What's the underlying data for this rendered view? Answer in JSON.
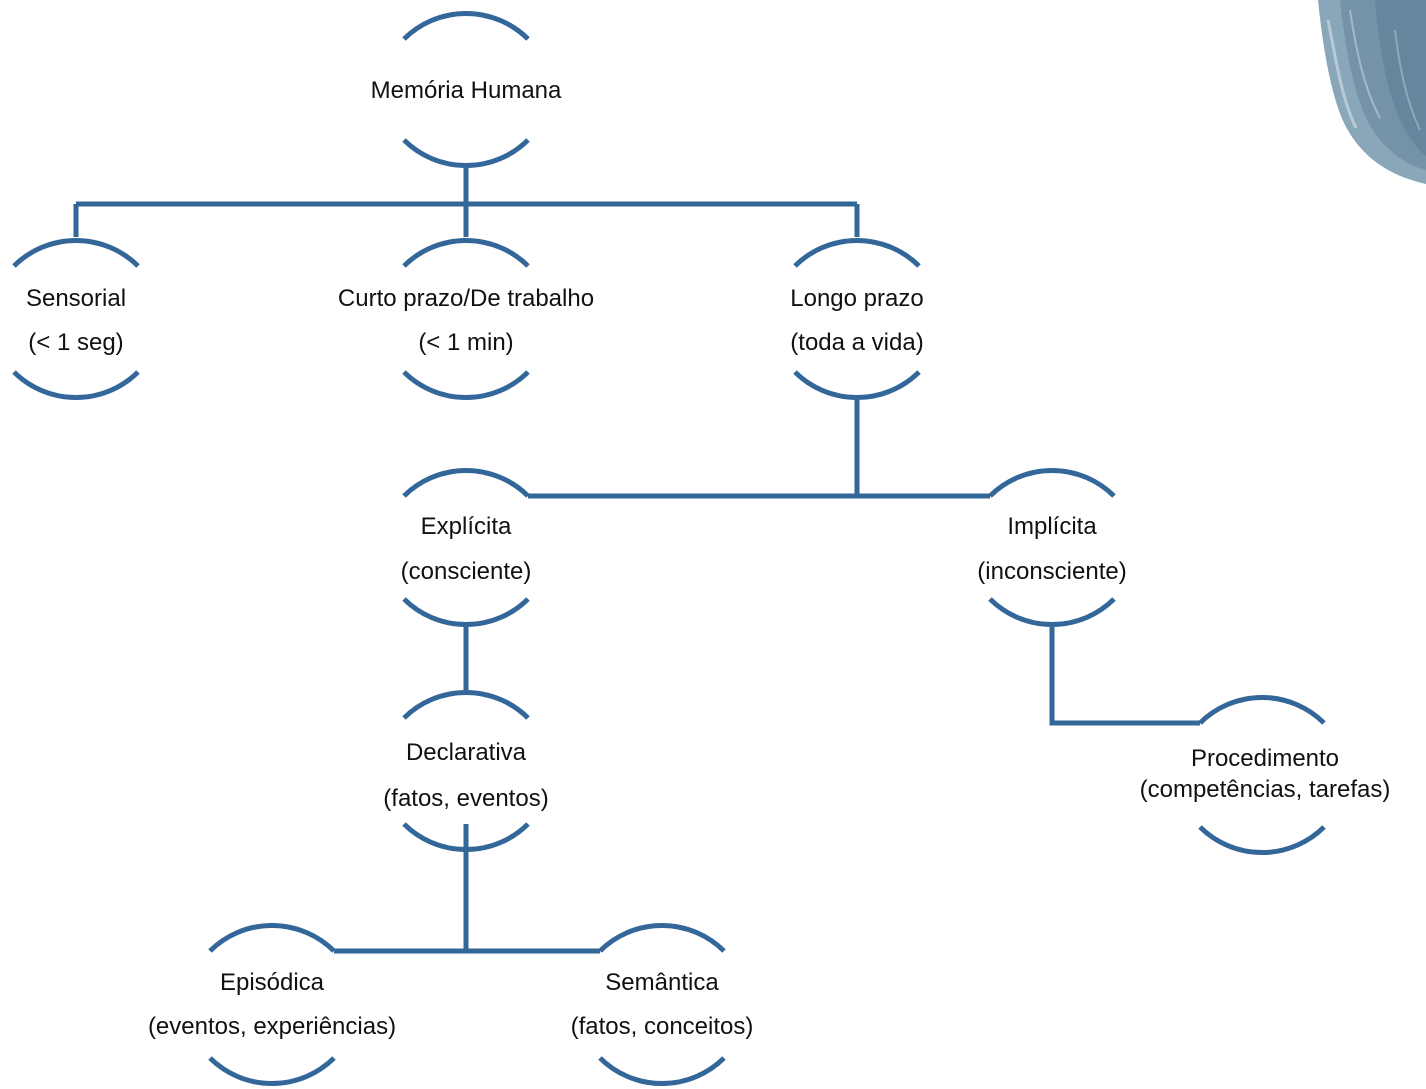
{
  "colors": {
    "line": "#336699",
    "text": "#111111",
    "decoration": "#7a9bb0"
  },
  "diagram": {
    "root": {
      "line1": "Memória Humana"
    },
    "sensorial": {
      "line1": "Sensorial",
      "line2": "(< 1 seg)"
    },
    "curto": {
      "line1": "Curto prazo/De trabalho",
      "line2": "(< 1 min)"
    },
    "longo": {
      "line1": "Longo prazo",
      "line2": "(toda a vida)"
    },
    "explicita": {
      "line1": "Explícita",
      "line2": "(consciente)"
    },
    "implicita": {
      "line1": "Implícita",
      "line2": "(inconsciente)"
    },
    "declarativa": {
      "line1": "Declarativa",
      "line2": "(fatos, eventos)"
    },
    "procedimento": {
      "line1": "Procedimento",
      "line2": "(competências, tarefas)"
    },
    "episodica": {
      "line1": "Episódica",
      "line2": "(eventos, experiências)"
    },
    "semantica": {
      "line1": "Semântica",
      "line2": "(fatos, conceitos)"
    }
  }
}
